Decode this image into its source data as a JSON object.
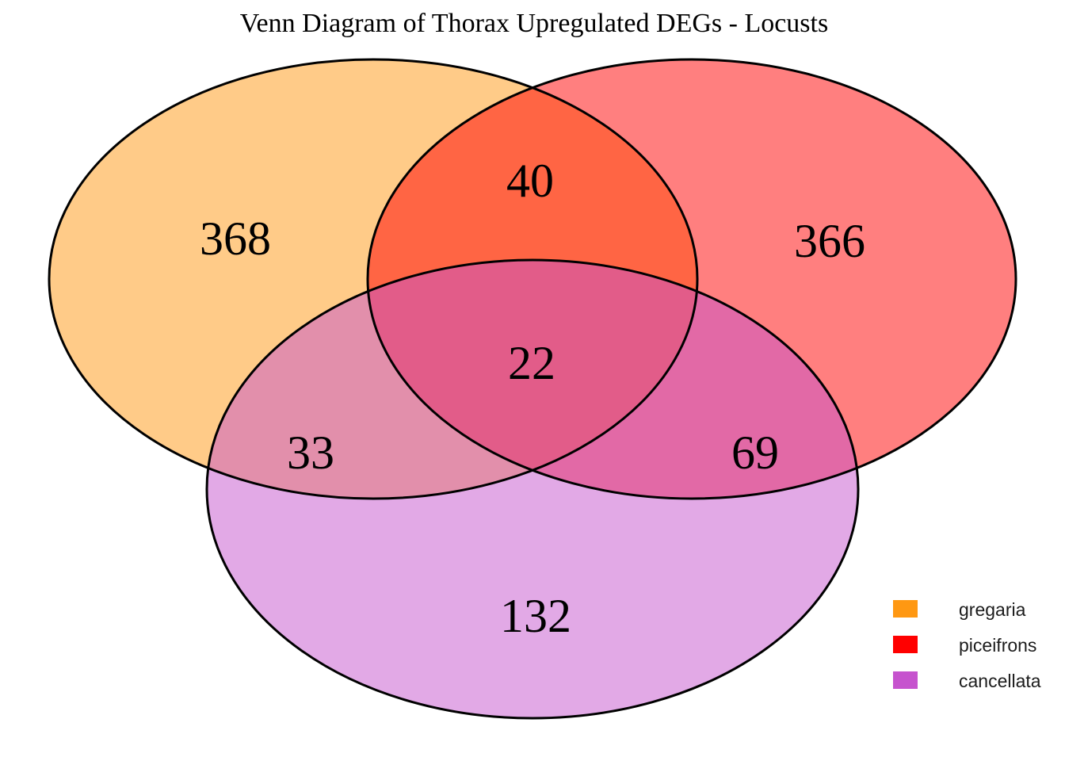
{
  "title": "Venn Diagram of Thorax Upregulated DEGs - Locusts",
  "chart_data": {
    "type": "venn",
    "title": "Venn Diagram of Thorax Upregulated DEGs - Locusts",
    "sets": [
      {
        "name": "gregaria",
        "color": "#FF9812"
      },
      {
        "name": "piceifrons",
        "color": "#FF0000"
      },
      {
        "name": "cancellata",
        "color": "#C653CE"
      }
    ],
    "regions": [
      {
        "sets": [
          "gregaria"
        ],
        "value": 368
      },
      {
        "sets": [
          "piceifrons"
        ],
        "value": 366
      },
      {
        "sets": [
          "cancellata"
        ],
        "value": 132
      },
      {
        "sets": [
          "gregaria",
          "piceifrons"
        ],
        "value": 40
      },
      {
        "sets": [
          "gregaria",
          "cancellata"
        ],
        "value": 33
      },
      {
        "sets": [
          "piceifrons",
          "cancellata"
        ],
        "value": 69
      },
      {
        "sets": [
          "gregaria",
          "piceifrons",
          "cancellata"
        ],
        "value": 22
      }
    ],
    "fill_opacity": 0.5,
    "outline_color": "#000000",
    "background_color": "#FFFFFF",
    "legend_position": "bottom-right",
    "legend_entries": [
      "gregaria",
      "piceifrons",
      "cancellata"
    ]
  }
}
